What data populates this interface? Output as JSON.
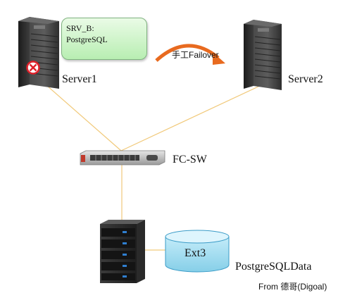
{
  "callout": {
    "line1": "SRV_B:",
    "line2": "PostgreSQL"
  },
  "failover": {
    "label": "手工Failover"
  },
  "server1": {
    "label": "Server1"
  },
  "server2": {
    "label": "Server2"
  },
  "switch": {
    "label": "FC-SW"
  },
  "storage": {
    "volume_label": "Ext3",
    "data_label": "PostgreSQLData"
  },
  "credit": "From 德哥(Digoal)",
  "colors": {
    "link": "#f1c97a",
    "arrow": "#e86a1f",
    "callout_fill": "#c6f2bf",
    "disk": "#9ad6ee",
    "fail_mark": "#e0202a"
  },
  "icons": [
    "server-tower-icon",
    "failure-cross-icon",
    "failover-arrow-icon",
    "fc-switch-icon",
    "storage-array-icon",
    "disk-cylinder-icon"
  ]
}
